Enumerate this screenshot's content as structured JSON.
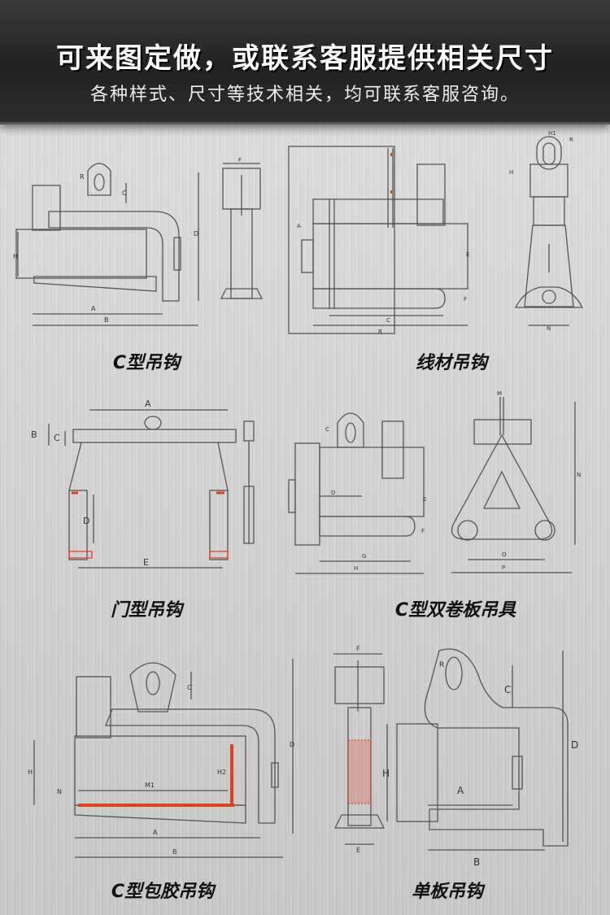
{
  "header": {
    "title": "可来图定做，或联系客服提供相关尺寸",
    "subtitle": "各种样式、尺寸等技术相关，均可联系客服咨询。"
  },
  "captions": {
    "c_hook": "C型吊钩",
    "wire_hook": "线材吊钩",
    "gate_hook": "门型吊钩",
    "c_double_coil": "C型双卷板吊具",
    "c_rubber_hook": "C型包胶吊钩",
    "single_plate_hook": "单板吊钩"
  },
  "dims": {
    "a": "A",
    "b": "B",
    "c": "C",
    "d": "D",
    "e": "E",
    "f": "F",
    "g": "G",
    "h": "H",
    "h1": "H1",
    "h2": "H2",
    "m": "M",
    "m1": "M1",
    "n": "N",
    "o": "O",
    "p": "P",
    "r": "R"
  },
  "colors": {
    "banner": "#2a2a2a",
    "line": "#555555",
    "accent": "#e0401e"
  }
}
